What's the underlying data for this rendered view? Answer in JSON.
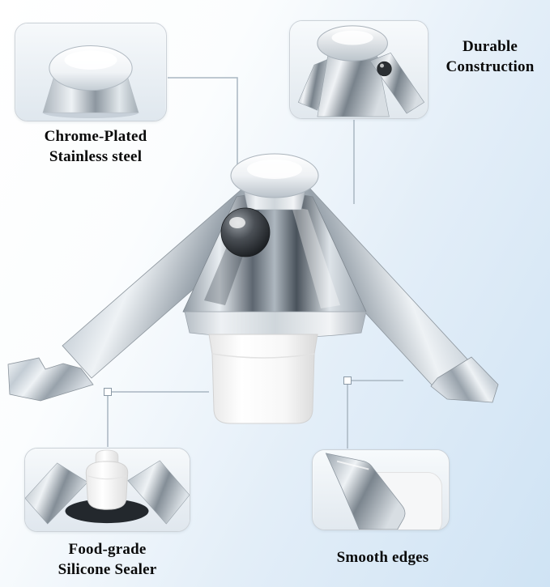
{
  "callouts": {
    "chrome_plated": {
      "line1": "Chrome-Plated",
      "line2": "Stainless steel"
    },
    "durable": {
      "line1": "Durable",
      "line2": "Construction"
    },
    "food_grade": {
      "line1": "Food-grade",
      "line2": "Silicone Sealer"
    },
    "smooth_edges": {
      "label": "Smooth edges"
    }
  },
  "colors": {
    "background_start": "#ffffff",
    "background_end": "#cfe3f4",
    "inset_border": "#ccd2d8",
    "leader_line": "#a9b6c2",
    "label_text": "#0a0a0a"
  }
}
